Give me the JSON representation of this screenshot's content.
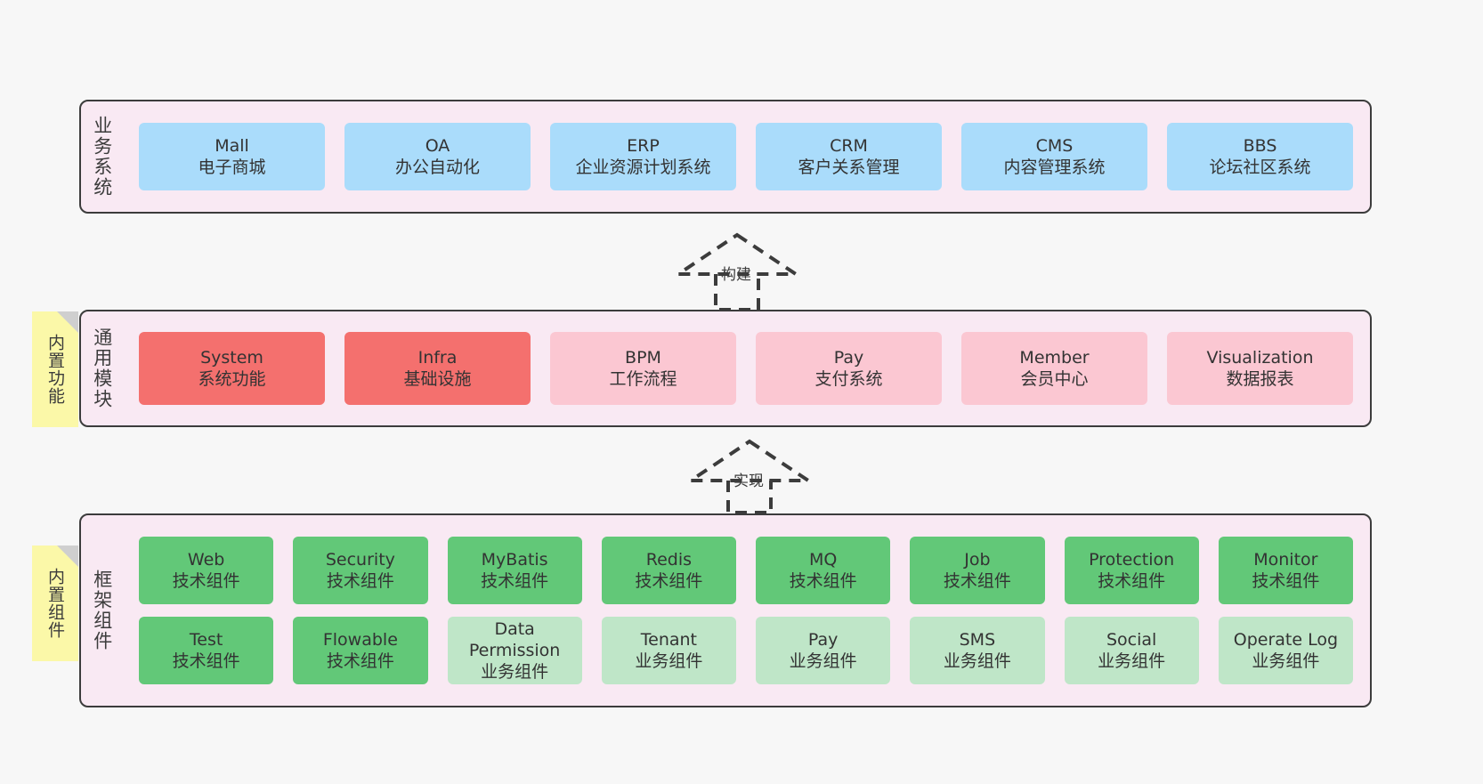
{
  "diagram": {
    "title": "",
    "background_color": "#f7f7f7",
    "panel_fill": "#f9e9f3",
    "panel_border": "#3c3c3c",
    "note_fill": "#fbf8a8"
  },
  "layers": {
    "business": {
      "label": "业务系统",
      "nodes": [
        {
          "title": "Mall",
          "subtitle": "电子商城",
          "color": "#aadcfb",
          "style": "blue"
        },
        {
          "title": "OA",
          "subtitle": "办公自动化",
          "color": "#aadcfb",
          "style": "blue"
        },
        {
          "title": "ERP",
          "subtitle": "企业资源计划系统",
          "color": "#aadcfb",
          "style": "blue"
        },
        {
          "title": "CRM",
          "subtitle": "客户关系管理",
          "color": "#aadcfb",
          "style": "blue"
        },
        {
          "title": "CMS",
          "subtitle": "内容管理系统",
          "color": "#aadcfb",
          "style": "blue"
        },
        {
          "title": "BBS",
          "subtitle": "论坛社区系统",
          "color": "#aadcfb",
          "style": "blue"
        }
      ]
    },
    "module": {
      "label": "通用模块",
      "note": "内置功能",
      "nodes": [
        {
          "title": "System",
          "subtitle": "系统功能",
          "color": "#f4706e",
          "style": "red"
        },
        {
          "title": "Infra",
          "subtitle": "基础设施",
          "color": "#f4706e",
          "style": "red"
        },
        {
          "title": "BPM",
          "subtitle": "工作流程",
          "color": "#fbc7d2",
          "style": "pink"
        },
        {
          "title": "Pay",
          "subtitle": "支付系统",
          "color": "#fbc7d2",
          "style": "pink"
        },
        {
          "title": "Member",
          "subtitle": "会员中心",
          "color": "#fbc7d2",
          "style": "pink"
        },
        {
          "title": "Visualization",
          "subtitle": "数据报表",
          "color": "#fbc7d2",
          "style": "pink"
        }
      ]
    },
    "framework": {
      "label": "框架组件",
      "note": "内置组件",
      "row1": [
        {
          "title": "Web",
          "subtitle": "技术组件",
          "color": "#62c878",
          "style": "green"
        },
        {
          "title": "Security",
          "subtitle": "技术组件",
          "color": "#62c878",
          "style": "green"
        },
        {
          "title": "MyBatis",
          "subtitle": "技术组件",
          "color": "#62c878",
          "style": "green"
        },
        {
          "title": "Redis",
          "subtitle": "技术组件",
          "color": "#62c878",
          "style": "green"
        },
        {
          "title": "MQ",
          "subtitle": "技术组件",
          "color": "#62c878",
          "style": "green"
        },
        {
          "title": "Job",
          "subtitle": "技术组件",
          "color": "#62c878",
          "style": "green"
        },
        {
          "title": "Protection",
          "subtitle": "技术组件",
          "color": "#62c878",
          "style": "green"
        },
        {
          "title": "Monitor",
          "subtitle": "技术组件",
          "color": "#62c878",
          "style": "green"
        }
      ],
      "row2": [
        {
          "title": "Test",
          "subtitle": "技术组件",
          "color": "#62c878",
          "style": "green"
        },
        {
          "title": "Flowable",
          "subtitle": "技术组件",
          "color": "#62c878",
          "style": "green"
        },
        {
          "title": "Data Permission",
          "subtitle": "业务组件",
          "color": "#bfe6c8",
          "style": "lgreen"
        },
        {
          "title": "Tenant",
          "subtitle": "业务组件",
          "color": "#bfe6c8",
          "style": "lgreen"
        },
        {
          "title": "Pay",
          "subtitle": "业务组件",
          "color": "#bfe6c8",
          "style": "lgreen"
        },
        {
          "title": "SMS",
          "subtitle": "业务组件",
          "color": "#bfe6c8",
          "style": "lgreen"
        },
        {
          "title": "Social",
          "subtitle": "业务组件",
          "color": "#bfe6c8",
          "style": "lgreen"
        },
        {
          "title": "Operate Log",
          "subtitle": "业务组件",
          "color": "#bfe6c8",
          "style": "lgreen"
        }
      ]
    }
  },
  "connectors": [
    {
      "label": "构建",
      "from": "module",
      "to": "business",
      "style": "dashed-hollow-arrow"
    },
    {
      "label": "实现",
      "from": "framework",
      "to": "module",
      "style": "dashed-hollow-arrow"
    }
  ]
}
